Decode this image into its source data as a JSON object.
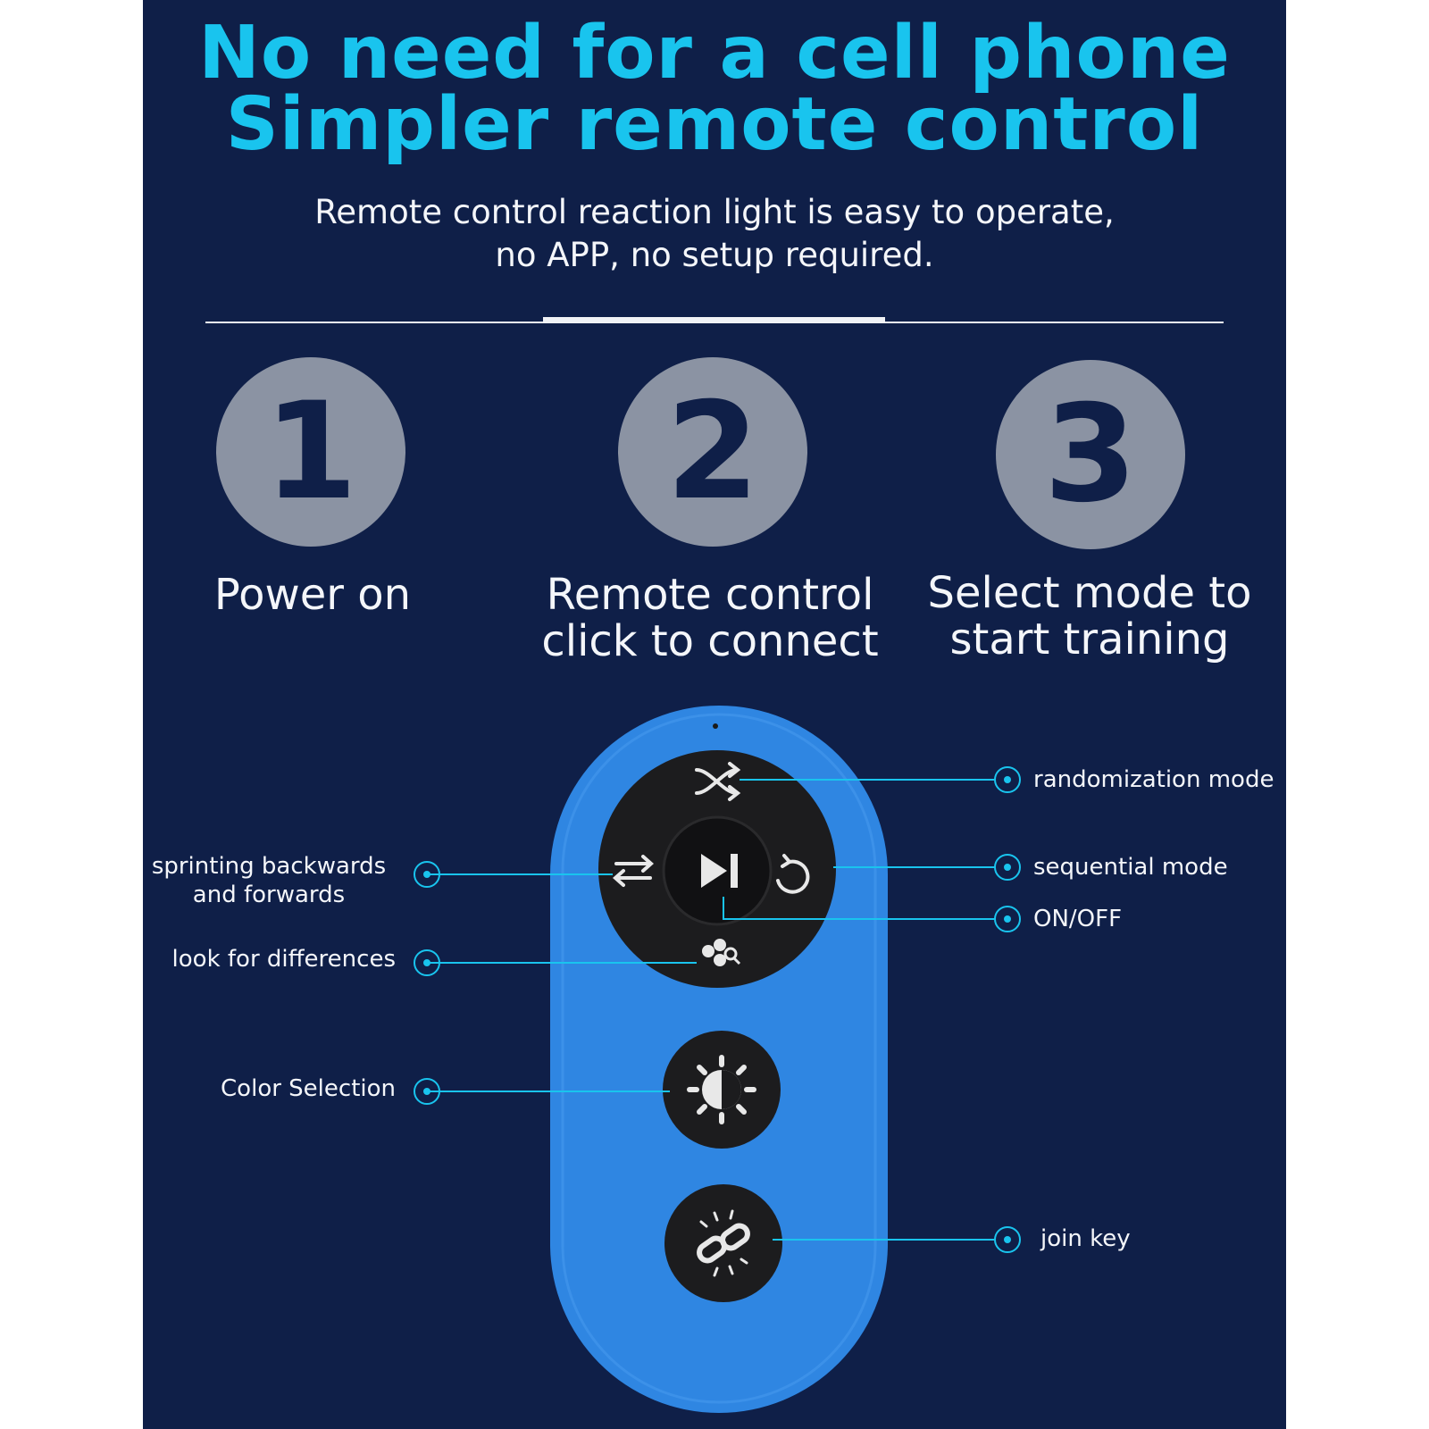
{
  "headline": {
    "line1": "No need for a cell phone",
    "line2": "Simpler remote control"
  },
  "subheadline": {
    "line1": "Remote control reaction light is easy to operate,",
    "line2": "no APP, no setup required."
  },
  "steps": [
    {
      "number": "1",
      "label_lines": [
        "Power on"
      ]
    },
    {
      "number": "2",
      "label_lines": [
        "Remote control",
        "click to connect"
      ]
    },
    {
      "number": "3",
      "label_lines": [
        "Select mode to",
        "start training"
      ]
    }
  ],
  "remote_callouts": {
    "randomization": "randomization mode",
    "sprint_line1": "sprinting backwards",
    "sprint_line2": "and forwards",
    "sequential": "sequential mode",
    "onoff": "ON/OFF",
    "differences": "look for differences",
    "color": "Color Selection",
    "join": "join key"
  },
  "colors": {
    "background": "#0f1f48",
    "accent": "#19c4ee",
    "remote_body": "#2f86e2",
    "button": "#1c1c1e",
    "step_circle": "#8b93a3"
  },
  "icons": [
    "shuffle-icon",
    "swap-arrows-icon",
    "play-pause-icon",
    "repeat-icon",
    "differences-icon",
    "brightness-icon",
    "link-icon"
  ]
}
